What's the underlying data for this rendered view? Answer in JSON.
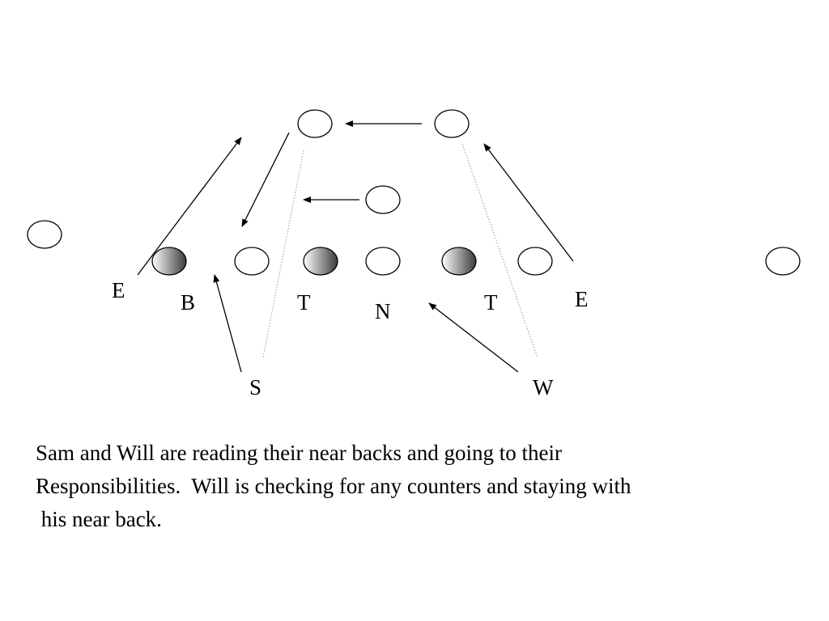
{
  "diagram": {
    "labels": {
      "e_left": "E",
      "b": "B",
      "t_left": "T",
      "n": "N",
      "t_right": "T",
      "e_right": "E",
      "s": "S",
      "w": "W"
    },
    "colors": {
      "stroke": "#000000",
      "gradient_light": "#ffffff",
      "gradient_dark": "#3a3a3a",
      "read_line": "#9a9a9a"
    }
  },
  "caption": {
    "line1": "Sam and Will are reading their near backs and going to their",
    "line2": "Responsibilities.  Will is checking for any counters and staying with",
    "line3": " his near back."
  }
}
